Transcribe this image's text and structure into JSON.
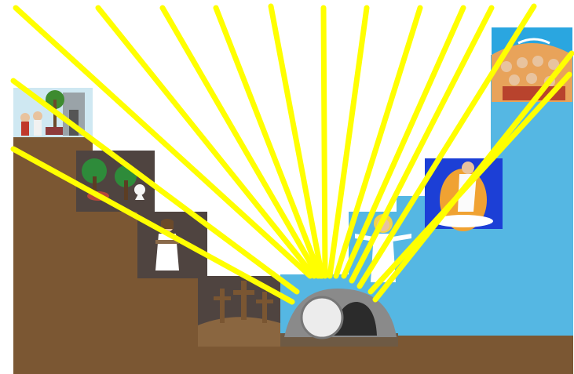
{
  "scene": {
    "colors": {
      "ground": "#7b5733",
      "sky_right": "#55b7e3",
      "rays": "#ffff00",
      "tile_dark": "#4f4440",
      "tomb_gray": "#8a8a8a",
      "stone_white": "#ececec"
    },
    "panels": [
      {
        "id": "triumphal-entry",
        "icon": "crowd-palms-gate-icon"
      },
      {
        "id": "garden-prayer",
        "icon": "garden-tree-angel-icon"
      },
      {
        "id": "arrest-trial",
        "icon": "jesus-bound-icon"
      },
      {
        "id": "crucifixion",
        "icon": "three-crosses-icon"
      },
      {
        "id": "empty-tomb",
        "icon": "tomb-rolled-stone-icon"
      },
      {
        "id": "resurrection",
        "icon": "risen-jesus-icon"
      },
      {
        "id": "ascension",
        "icon": "jesus-ascending-cloud-icon"
      },
      {
        "id": "pentecost",
        "icon": "crowd-disciples-icon"
      }
    ]
  }
}
